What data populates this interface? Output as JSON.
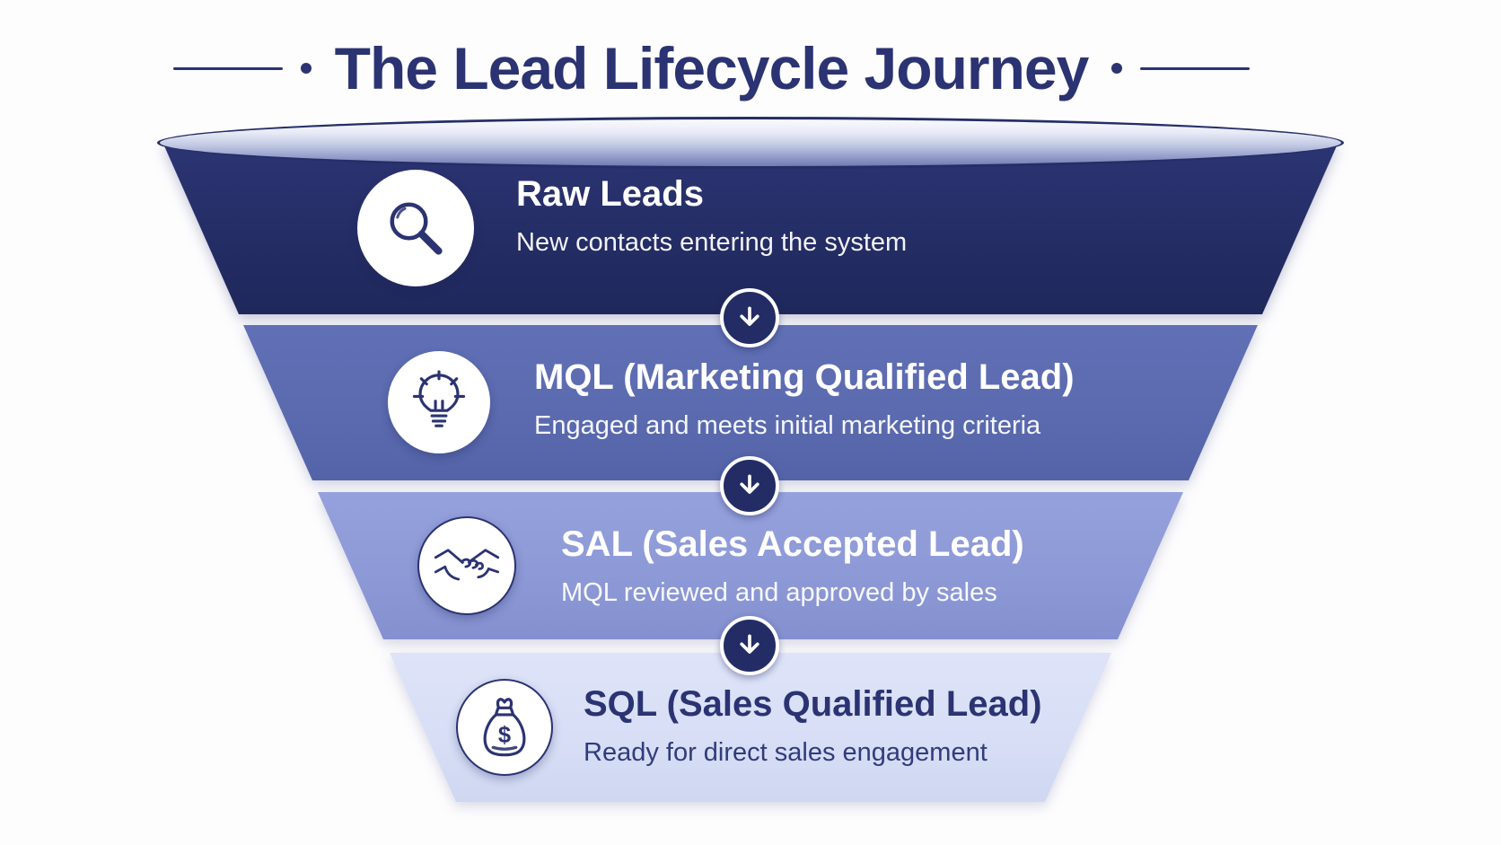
{
  "header": {
    "title": "The Lead Lifecycle Journey",
    "title_color": "#2b3372",
    "decoration": "line-and-dot rules on both sides"
  },
  "funnel": {
    "connector_icon": "down-arrow-icon",
    "connector_color": "#232c64",
    "stages": [
      {
        "title": "Raw Leads",
        "subtitle": "New contacts entering the system",
        "icon": "magnifier-icon",
        "fill": "#242d65",
        "text_color": "#ffffff"
      },
      {
        "title": "MQL (Marketing Qualified Lead)",
        "subtitle": "Engaged and meets initial marketing criteria",
        "icon": "lightbulb-icon",
        "fill": "#5b6aae",
        "text_color": "#ffffff"
      },
      {
        "title": "SAL (Sales Accepted Lead)",
        "subtitle": "MQL reviewed and approved by sales",
        "icon": "handshake-icon",
        "fill": "#8d99d6",
        "text_color": "#ffffff"
      },
      {
        "title": "SQL (Sales Qualified Lead)",
        "subtitle": "Ready for direct sales engagement",
        "icon": "money-bag-icon",
        "fill": "#d7def5",
        "text_color": "#2b3372"
      }
    ]
  }
}
